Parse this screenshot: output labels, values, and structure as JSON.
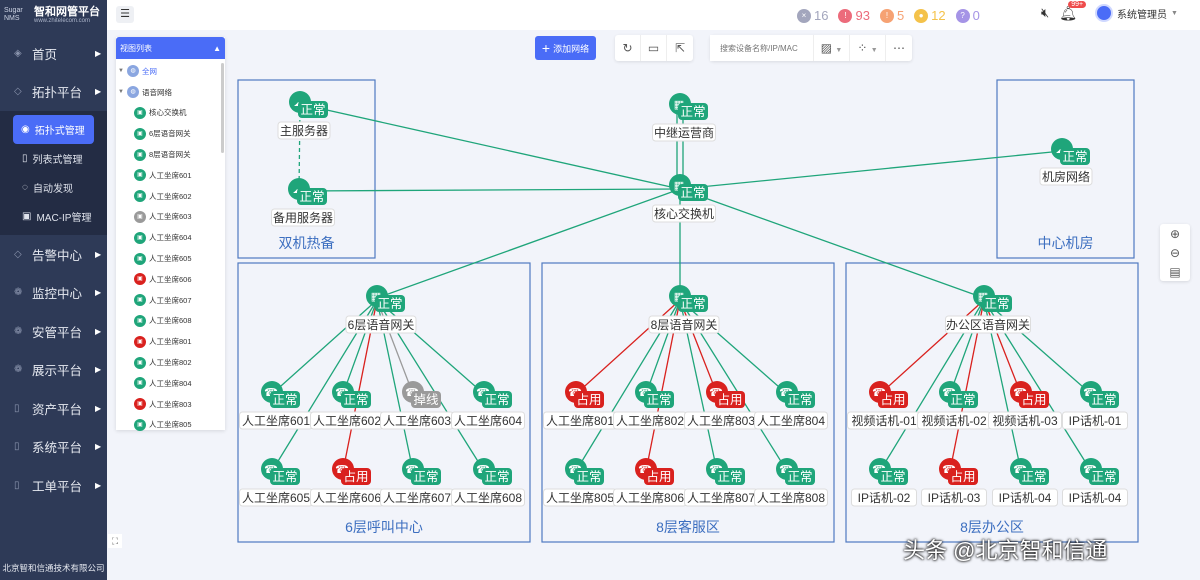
{
  "sidebar": {
    "logo": {
      "mark": "Sugar NMS",
      "title": "智和网管平台",
      "url": "www.zhitelecom.com"
    },
    "items": [
      {
        "label": "首页"
      },
      {
        "label": "拓扑平台"
      }
    ],
    "submenu": [
      {
        "label": "拓扑式管理",
        "active": true
      },
      {
        "label": "列表式管理"
      },
      {
        "label": "自动发现"
      },
      {
        "label": "MAC-IP管理"
      }
    ],
    "items2": [
      {
        "label": "告警中心"
      },
      {
        "label": "监控中心"
      },
      {
        "label": "安管平台"
      },
      {
        "label": "展示平台"
      },
      {
        "label": "资产平台"
      },
      {
        "label": "系统平台"
      },
      {
        "label": "工单平台"
      }
    ],
    "footer": "北京智和信通技术有限公司"
  },
  "header": {
    "alarm_counts": [
      {
        "value": "16",
        "color": "#a3a6bd",
        "glyph": "×"
      },
      {
        "value": "93",
        "color": "#ec6b7b",
        "glyph": "!"
      },
      {
        "value": "5",
        "color": "#f6a273",
        "glyph": "!"
      },
      {
        "value": "12",
        "color": "#f4c24a",
        "glyph": "●"
      },
      {
        "value": "0",
        "color": "#a594e6",
        "glyph": "?"
      }
    ],
    "notifications": "99+",
    "user": "系统管理员"
  },
  "toolbar": {
    "add_label": "添加网络",
    "search_placeholder": "搜索设备名称/IP/MAC"
  },
  "tree": {
    "title": "视图列表",
    "items": [
      {
        "label": "全网",
        "level": 0,
        "status": "root"
      },
      {
        "label": "语音网络",
        "level": 0,
        "status": "root"
      },
      {
        "label": "核心交换机",
        "level": 1,
        "status": "normal"
      },
      {
        "label": "6层语音网关",
        "level": 1,
        "status": "normal"
      },
      {
        "label": "8层语音网关",
        "level": 1,
        "status": "normal"
      },
      {
        "label": "人工坐席601",
        "level": 1,
        "status": "normal"
      },
      {
        "label": "人工坐席602",
        "level": 1,
        "status": "normal"
      },
      {
        "label": "人工坐席603",
        "level": 1,
        "status": "offline"
      },
      {
        "label": "人工坐席604",
        "level": 1,
        "status": "normal"
      },
      {
        "label": "人工坐席605",
        "level": 1,
        "status": "normal"
      },
      {
        "label": "人工坐席606",
        "level": 1,
        "status": "busy"
      },
      {
        "label": "人工坐席607",
        "level": 1,
        "status": "normal"
      },
      {
        "label": "人工坐席608",
        "level": 1,
        "status": "normal"
      },
      {
        "label": "人工坐席801",
        "level": 1,
        "status": "busy"
      },
      {
        "label": "人工坐席802",
        "level": 1,
        "status": "normal"
      },
      {
        "label": "人工坐席804",
        "level": 1,
        "status": "normal"
      },
      {
        "label": "人工坐席803",
        "level": 1,
        "status": "busy"
      },
      {
        "label": "人工坐席805",
        "level": 1,
        "status": "normal"
      }
    ]
  },
  "status_text": {
    "normal": "正常",
    "busy": "占用",
    "offline": "掉线"
  },
  "status_colors": {
    "normal": "#1fa57a",
    "busy": "#d9211e",
    "offline": "#9a9a9a"
  },
  "topology": {
    "groups": [
      {
        "id": "g1",
        "label": "双机热备"
      },
      {
        "id": "g2",
        "label": "中心机房"
      },
      {
        "id": "g3",
        "label": "6层呼叫中心"
      },
      {
        "id": "g4",
        "label": "8层客服区"
      },
      {
        "id": "g5",
        "label": "8层办公区"
      }
    ],
    "nodes": [
      {
        "id": "srv1",
        "label": "主服务器",
        "type": "cloud",
        "status": "normal"
      },
      {
        "id": "srv2",
        "label": "备用服务器",
        "type": "cloud",
        "status": "normal"
      },
      {
        "id": "trunk",
        "label": "中继运营商",
        "type": "switch",
        "status": "normal"
      },
      {
        "id": "core",
        "label": "核心交换机",
        "type": "switch",
        "status": "normal"
      },
      {
        "id": "room",
        "label": "机房网络",
        "type": "cloud",
        "status": "normal"
      },
      {
        "id": "gw6",
        "label": "6层语音网关",
        "type": "gateway",
        "status": "normal"
      },
      {
        "id": "gw8",
        "label": "8层语音网关",
        "type": "gateway",
        "status": "normal"
      },
      {
        "id": "gwo",
        "label": "办公区语音网关",
        "type": "gateway",
        "status": "normal"
      },
      {
        "id": "p601",
        "label": "人工坐席601",
        "type": "phone",
        "status": "normal"
      },
      {
        "id": "p602",
        "label": "人工坐席602",
        "type": "phone",
        "status": "normal"
      },
      {
        "id": "p603",
        "label": "人工坐席603",
        "type": "phone",
        "status": "offline"
      },
      {
        "id": "p604",
        "label": "人工坐席604",
        "type": "phone",
        "status": "normal"
      },
      {
        "id": "p605",
        "label": "人工坐席605",
        "type": "phone",
        "status": "normal"
      },
      {
        "id": "p606",
        "label": "人工坐席606",
        "type": "phone",
        "status": "busy"
      },
      {
        "id": "p607",
        "label": "人工坐席607",
        "type": "phone",
        "status": "normal"
      },
      {
        "id": "p608",
        "label": "人工坐席608",
        "type": "phone",
        "status": "normal"
      },
      {
        "id": "p801",
        "label": "人工坐席801",
        "type": "phone",
        "status": "busy"
      },
      {
        "id": "p802",
        "label": "人工坐席802",
        "type": "phone",
        "status": "normal"
      },
      {
        "id": "p803",
        "label": "人工坐席803",
        "type": "phone",
        "status": "busy"
      },
      {
        "id": "p804",
        "label": "人工坐席804",
        "type": "phone",
        "status": "normal"
      },
      {
        "id": "p805",
        "label": "人工坐席805",
        "type": "phone",
        "status": "normal"
      },
      {
        "id": "p806",
        "label": "人工坐席806",
        "type": "phone",
        "status": "busy"
      },
      {
        "id": "p807",
        "label": "人工坐席807",
        "type": "phone",
        "status": "normal"
      },
      {
        "id": "p808",
        "label": "人工坐席808",
        "type": "phone",
        "status": "normal"
      },
      {
        "id": "v01",
        "label": "视频话机-01",
        "type": "phone",
        "status": "busy"
      },
      {
        "id": "v02",
        "label": "视频话机-02",
        "type": "phone",
        "status": "normal"
      },
      {
        "id": "v03",
        "label": "视频话机-03",
        "type": "phone",
        "status": "busy"
      },
      {
        "id": "ip01",
        "label": "IP话机-01",
        "type": "phone",
        "status": "normal"
      },
      {
        "id": "ip02",
        "label": "IP话机-02",
        "type": "phone",
        "status": "normal"
      },
      {
        "id": "ip03",
        "label": "IP话机-03",
        "type": "phone",
        "status": "busy"
      },
      {
        "id": "ip04a",
        "label": "IP话机-04",
        "type": "phone",
        "status": "normal"
      },
      {
        "id": "ip04b",
        "label": "IP话机-04",
        "type": "phone",
        "status": "normal"
      }
    ],
    "links": [
      {
        "from": "srv1",
        "to": "srv2",
        "status": "normal",
        "dashed": true
      },
      {
        "from": "core",
        "to": "srv1",
        "status": "normal"
      },
      {
        "from": "core",
        "to": "srv2",
        "status": "normal"
      },
      {
        "from": "core",
        "to": "trunk",
        "status": "normal",
        "double": true
      },
      {
        "from": "core",
        "to": "room",
        "status": "normal"
      },
      {
        "from": "core",
        "to": "gw6",
        "status": "normal"
      },
      {
        "from": "core",
        "to": "gw8",
        "status": "normal"
      },
      {
        "from": "core",
        "to": "gwo",
        "status": "normal"
      }
    ]
  },
  "zoom_controls": [
    "zoom-in",
    "zoom-out",
    "fit"
  ],
  "watermark": "头条 @北京智和信通"
}
